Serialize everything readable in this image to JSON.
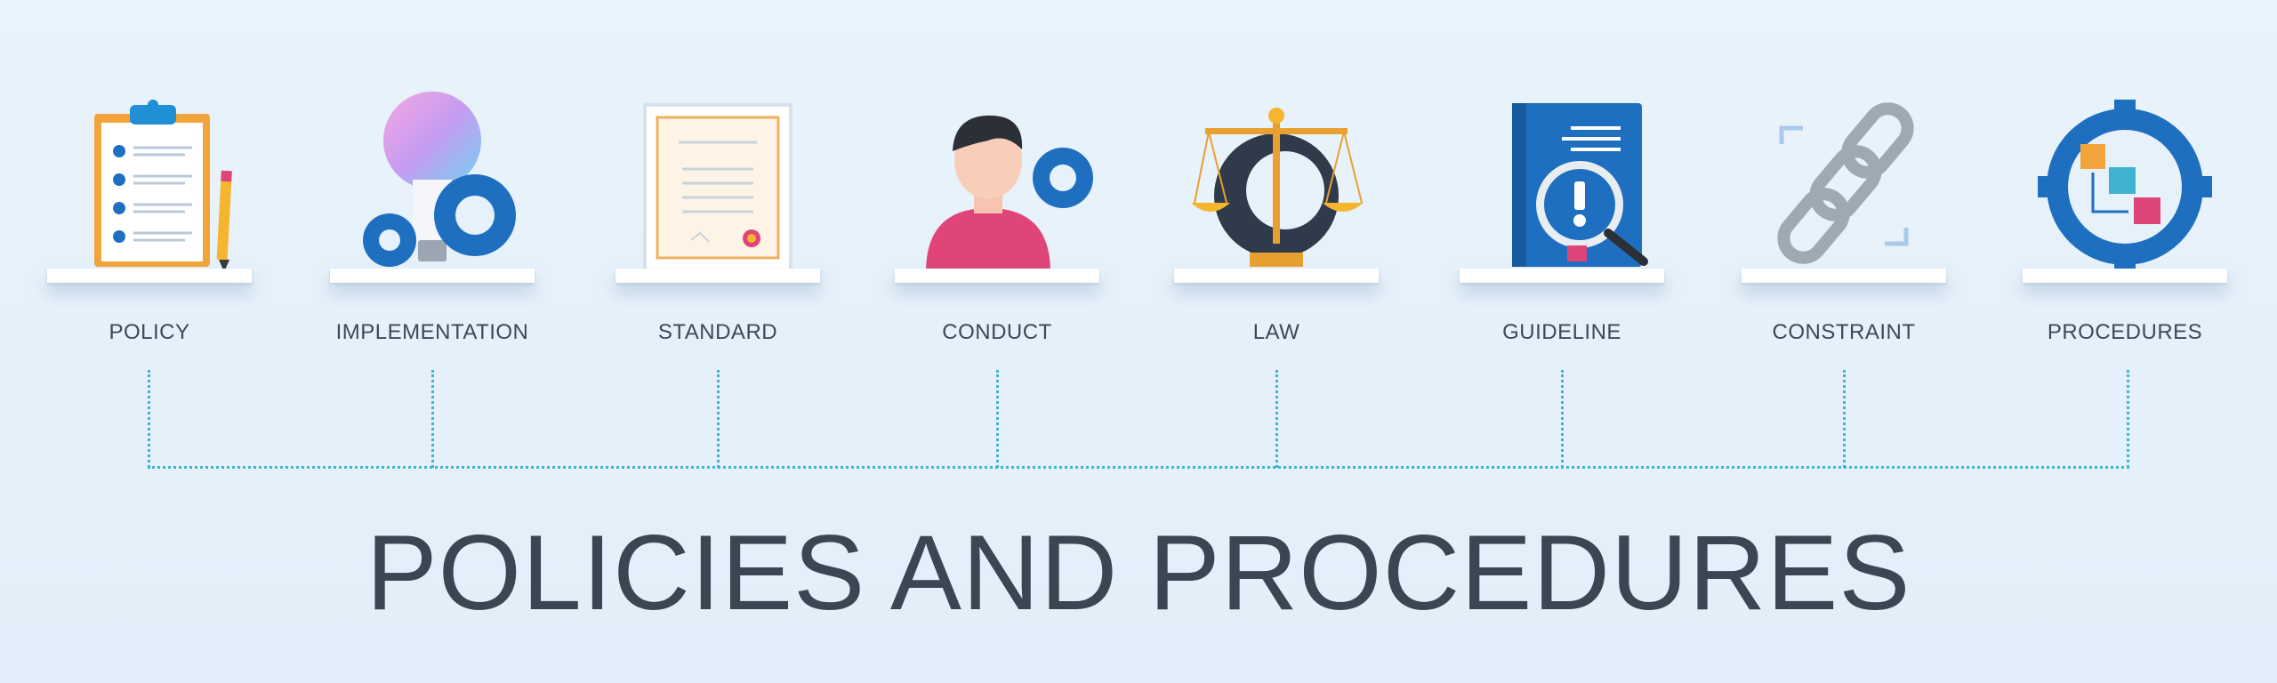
{
  "items": [
    {
      "label": "POLICY",
      "icon": "clipboard-checklist-icon"
    },
    {
      "label": "IMPLEMENTATION",
      "icon": "lightbulb-gears-icon"
    },
    {
      "label": "STANDARD",
      "icon": "certificate-icon"
    },
    {
      "label": "CONDUCT",
      "icon": "person-gear-icon"
    },
    {
      "label": "LAW",
      "icon": "scales-of-justice-icon"
    },
    {
      "label": "GUIDELINE",
      "icon": "book-magnifier-icon"
    },
    {
      "label": "CONSTRAINT",
      "icon": "chain-link-icon"
    },
    {
      "label": "PROCEDURES",
      "icon": "gear-process-icon"
    }
  ],
  "title": "POLICIES AND PROCEDURES",
  "colors": {
    "background": "#e6f1fa",
    "accent_blue": "#1f6fc1",
    "connector": "#3fb3d0",
    "text": "#3a4a5a"
  }
}
